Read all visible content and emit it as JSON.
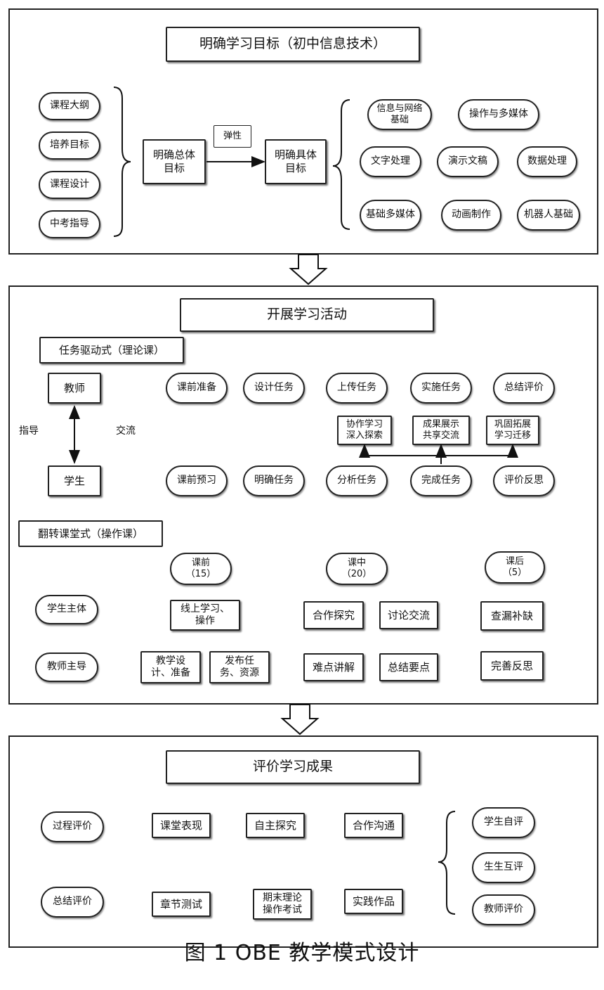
{
  "section1": {
    "title": "明确学习目标（初中信息技术）",
    "sources": [
      "课程大纲",
      "培养目标",
      "课程设计",
      "中考指导"
    ],
    "general_goal": "明确总体\n目标",
    "flex_label": "弹性",
    "specific_goal": "明确具体\n目标",
    "topics": [
      "信息与网络\n基础",
      "操作与多媒体",
      "文字处理",
      "演示文稿",
      "数据处理",
      "基础多媒体",
      "动画制作",
      "机器人基础"
    ]
  },
  "section2": {
    "title": "开展学习活动",
    "task_driven": {
      "heading": "任务驱动式（理论课）",
      "teacher": "教师",
      "student": "学生",
      "guide": "指导",
      "exchange": "交流",
      "teacher_steps": [
        "课前准备",
        "设计任务",
        "上传任务",
        "实施任务",
        "总结评价"
      ],
      "middle_steps": [
        "协作学习\n深入探索",
        "成果展示\n共享交流",
        "巩固拓展\n学习迁移"
      ],
      "student_steps": [
        "课前预习",
        "明确任务",
        "分析任务",
        "完成任务",
        "评价反思"
      ]
    },
    "flipped": {
      "heading": "翻转课堂式（操作课）",
      "phases": [
        "课前\n（15）",
        "课中\n（20）",
        "课后\n（5）"
      ],
      "student_main": "学生主体",
      "teacher_lead": "教师主导",
      "before_student": "线上学习、\n操作",
      "before_teacher": [
        "教学设\n计、准备",
        "发布任\n务、资源"
      ],
      "during_student": [
        "合作探究",
        "讨论交流"
      ],
      "during_teacher": [
        "难点讲解",
        "总结要点"
      ],
      "after_student": "查漏补缺",
      "after_teacher": "完善反思"
    }
  },
  "section3": {
    "title": "评价学习成果",
    "process_eval": "过程评价",
    "summary_eval": "总结评价",
    "process_items": [
      "课堂表现",
      "自主探究",
      "合作沟通"
    ],
    "summary_items": [
      "章节测试",
      "期末理论\n操作考试",
      "实践作品"
    ],
    "evaluators": [
      "学生自评",
      "生生互评",
      "教师评价"
    ]
  },
  "caption": "图 1  OBE 教学模式设计"
}
